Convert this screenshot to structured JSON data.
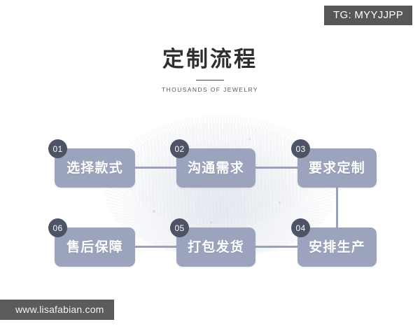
{
  "corner_tag": {
    "label": "TG: MYYJJPP"
  },
  "watermark": {
    "label": "www.lisafabian.com"
  },
  "header": {
    "title": "定制流程",
    "subtitle": "THOUSANDS OF JEWELRY"
  },
  "colors": {
    "background": "#ffffff",
    "node_fill": "#9ba3bd",
    "badge_fill": "#4e5466",
    "connector": "#9aa2b8",
    "title_text": "#2f2f31",
    "tag_fill": "#575757",
    "watermark_fill": "#5b5b5b"
  },
  "flow": {
    "nodes": [
      {
        "number": "01",
        "label": "选择款式"
      },
      {
        "number": "02",
        "label": "沟通需求"
      },
      {
        "number": "03",
        "label": "要求定制"
      },
      {
        "number": "04",
        "label": "安排生产"
      },
      {
        "number": "05",
        "label": "打包发货"
      },
      {
        "number": "06",
        "label": "售后保障"
      }
    ]
  }
}
